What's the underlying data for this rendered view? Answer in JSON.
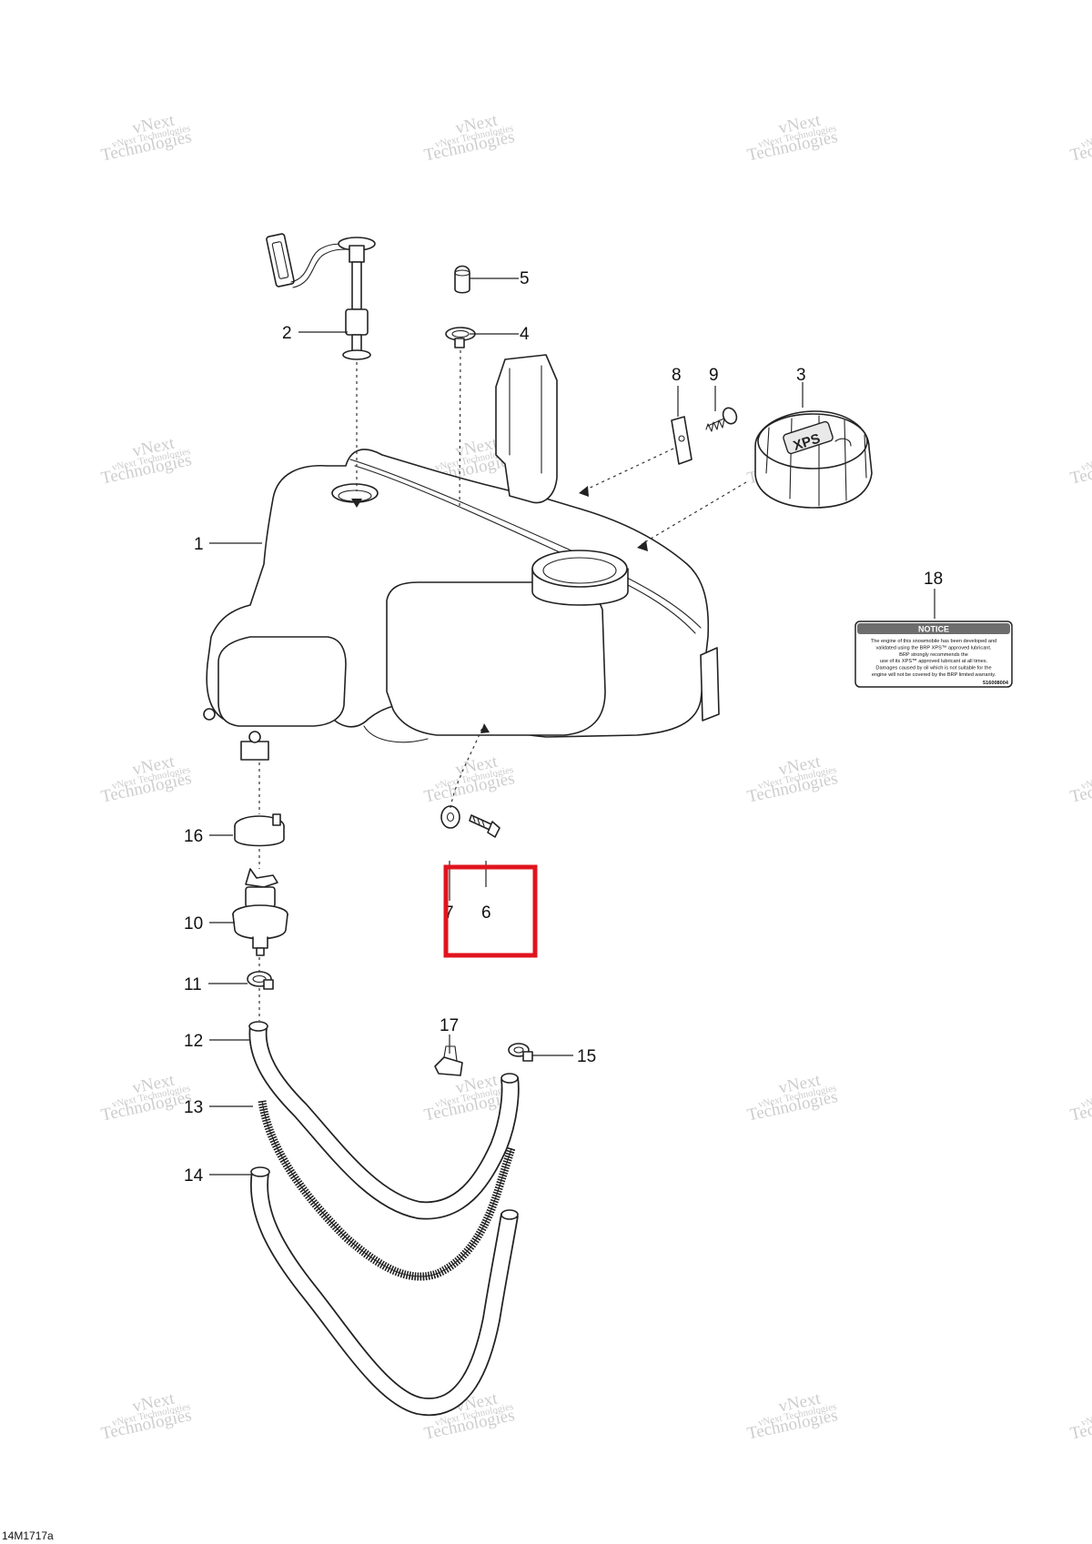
{
  "diagram": {
    "reference_code": "14M1717a",
    "watermark": {
      "line1": "vNext Technologies",
      "line2": "vNext\nTechnologies"
    },
    "callouts": [
      {
        "id": "1",
        "label": "1"
      },
      {
        "id": "2",
        "label": "2"
      },
      {
        "id": "3",
        "label": "3"
      },
      {
        "id": "4",
        "label": "4"
      },
      {
        "id": "5",
        "label": "5"
      },
      {
        "id": "6",
        "label": "6"
      },
      {
        "id": "7",
        "label": "7"
      },
      {
        "id": "8",
        "label": "8"
      },
      {
        "id": "9",
        "label": "9"
      },
      {
        "id": "10",
        "label": "10"
      },
      {
        "id": "11",
        "label": "11"
      },
      {
        "id": "12",
        "label": "12"
      },
      {
        "id": "13",
        "label": "13"
      },
      {
        "id": "14",
        "label": "14"
      },
      {
        "id": "15",
        "label": "15"
      },
      {
        "id": "16",
        "label": "16"
      },
      {
        "id": "17",
        "label": "17"
      },
      {
        "id": "18",
        "label": "18"
      }
    ],
    "notice_label": {
      "header": "NOTICE",
      "lines": [
        "The engine of this snowmobile has been developed and",
        "validated using the BRP  XPS™ approved lubricant.",
        "BRP strongly recommends the",
        "use of its  XPS™ approved lubricant at all times.",
        "Damages caused by oil which is not suitable for the",
        "engine will not be covered by the BRP limited warranty."
      ],
      "part_number": "516008004"
    },
    "cap_logo_text": "XPS",
    "highlight_color": "#e0141e"
  }
}
